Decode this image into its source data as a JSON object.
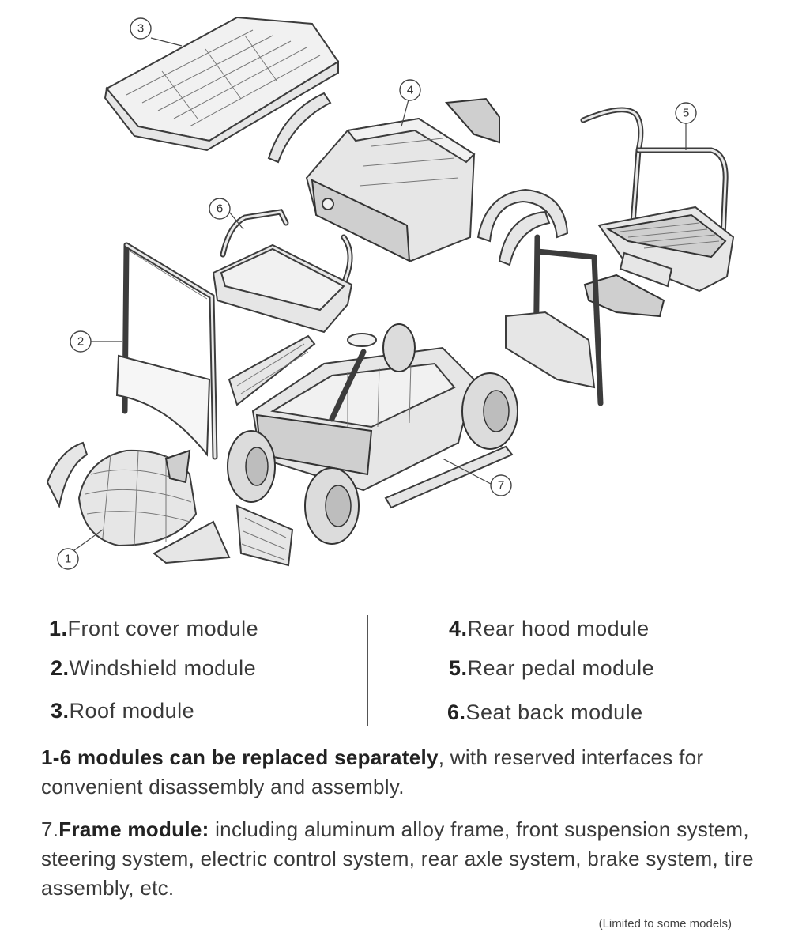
{
  "callouts": [
    "1",
    "2",
    "3",
    "4",
    "5",
    "6",
    "7"
  ],
  "legend": [
    {
      "num": "1.",
      "label": "Front cover module"
    },
    {
      "num": "2.",
      "label": "Windshield module"
    },
    {
      "num": "3.",
      "label": "Roof module"
    },
    {
      "num": "4.",
      "label": "Rear hood module"
    },
    {
      "num": "5.",
      "label": "Rear pedal module"
    },
    {
      "num": "6.",
      "label": "Seat back module"
    }
  ],
  "replace_note": {
    "bold": "1-6 modules can be replaced separately",
    "rest": ", with reserved interfaces for convenient disassembly and assembly."
  },
  "frame_note": {
    "num": "7.",
    "bold": "Frame module:",
    "rest": " including aluminum alloy frame, front suspension system, steering system, electric control system, rear axle system, brake system, tire assembly, etc."
  },
  "footnote": "(Limited to some models)"
}
